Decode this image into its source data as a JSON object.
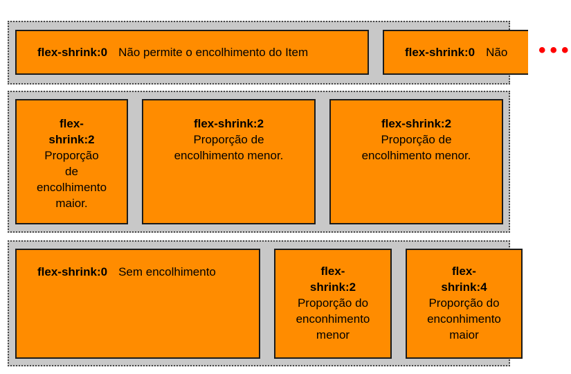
{
  "row1": {
    "items": [
      {
        "prop": "flex-shrink:0",
        "desc": "Não permite o encolhimento do Item"
      },
      {
        "prop": "flex-shrink:0",
        "desc": "Não"
      }
    ],
    "overflow_indicator": "•••"
  },
  "row2": {
    "items": [
      {
        "prop_line1": "flex-",
        "prop_line2": "shrink:2",
        "desc_lines": [
          "Proporção",
          "de",
          "encolhimento",
          "maior."
        ]
      },
      {
        "prop": "flex-shrink:2",
        "desc_lines": [
          "Proporção de",
          "encolhimento menor."
        ]
      },
      {
        "prop": "flex-shrink:2",
        "desc_lines": [
          "Proporção de",
          "encolhimento menor."
        ]
      }
    ]
  },
  "row3": {
    "items": [
      {
        "prop": "flex-shrink:0",
        "desc": "Sem encolhimento"
      },
      {
        "prop_line1": "flex-",
        "prop_line2": "shrink:2",
        "desc_lines": [
          "Proporção do",
          "enconhimento",
          "menor"
        ]
      },
      {
        "prop_line1": "flex-",
        "prop_line2": "shrink:4",
        "desc_lines": [
          "Proporção do",
          "enconhimento",
          "maior"
        ]
      }
    ]
  },
  "colors": {
    "item": "#ff8c00",
    "container": "#c8c8c8",
    "indicator": "#ff0000"
  }
}
